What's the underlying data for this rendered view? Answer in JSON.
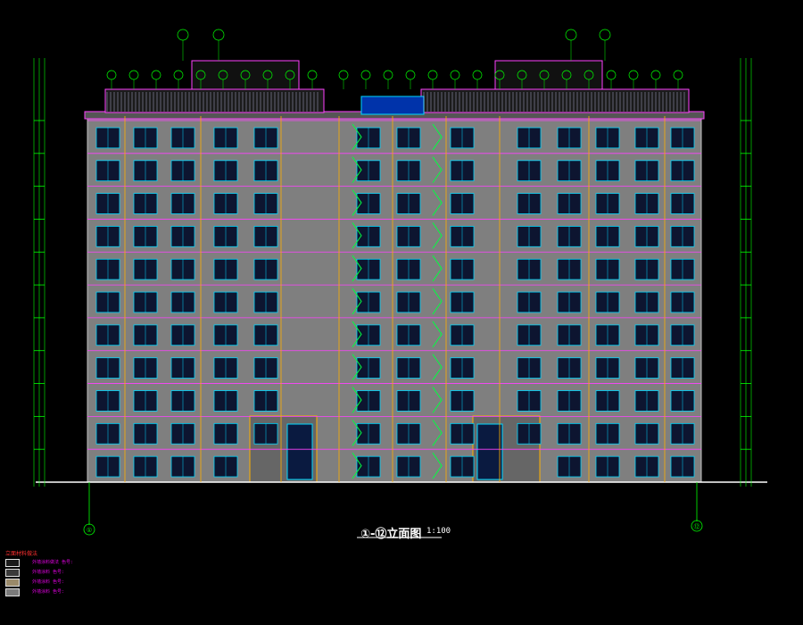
{
  "drawing": {
    "title": "①-⑫立面图",
    "scale": "1:100",
    "left_axis_label": "①",
    "right_axis_label": "⑫",
    "colors": {
      "background": "#000000",
      "wall": "#8c8c8c",
      "floor_line": "#ff40ff",
      "window": "#00d8ff",
      "stair": "#00ff40",
      "column": "#ffb000",
      "dimension": "#00ff00",
      "roof": "#ff40ff",
      "text": "#ffffff"
    },
    "floors": 11
  },
  "legend": {
    "title": "立面材料做法",
    "items": [
      {
        "label": "外墙涂料做法 色号:",
        "swatch": "#1a1a1a"
      },
      {
        "label": "外墙涂料 色号:",
        "swatch": "#3a3a3a"
      },
      {
        "label": "外墙涂料 色号:",
        "swatch": "#9a8a6a"
      },
      {
        "label": "外墙涂料 色号:",
        "swatch": "#7a7a7a"
      }
    ]
  }
}
